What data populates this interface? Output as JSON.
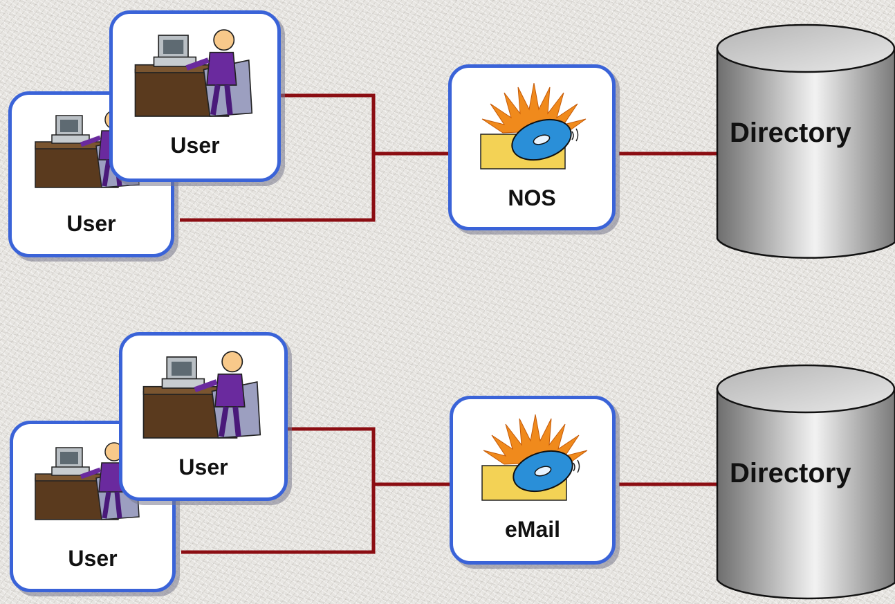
{
  "diagrams": [
    {
      "users": [
        {
          "label": "User"
        },
        {
          "label": "User"
        }
      ],
      "service": {
        "label": "NOS",
        "icon": "software-burst-icon"
      },
      "store": {
        "label": "Directory",
        "icon": "database-cylinder-icon"
      }
    },
    {
      "users": [
        {
          "label": "User"
        },
        {
          "label": "User"
        }
      ],
      "service": {
        "label": "eMail",
        "icon": "software-burst-icon"
      },
      "store": {
        "label": "Directory",
        "icon": "database-cylinder-icon"
      }
    }
  ],
  "colors": {
    "card_border": "#3a63d8",
    "connector": "#8b0d12",
    "cylinder": "#9a9a9a"
  }
}
